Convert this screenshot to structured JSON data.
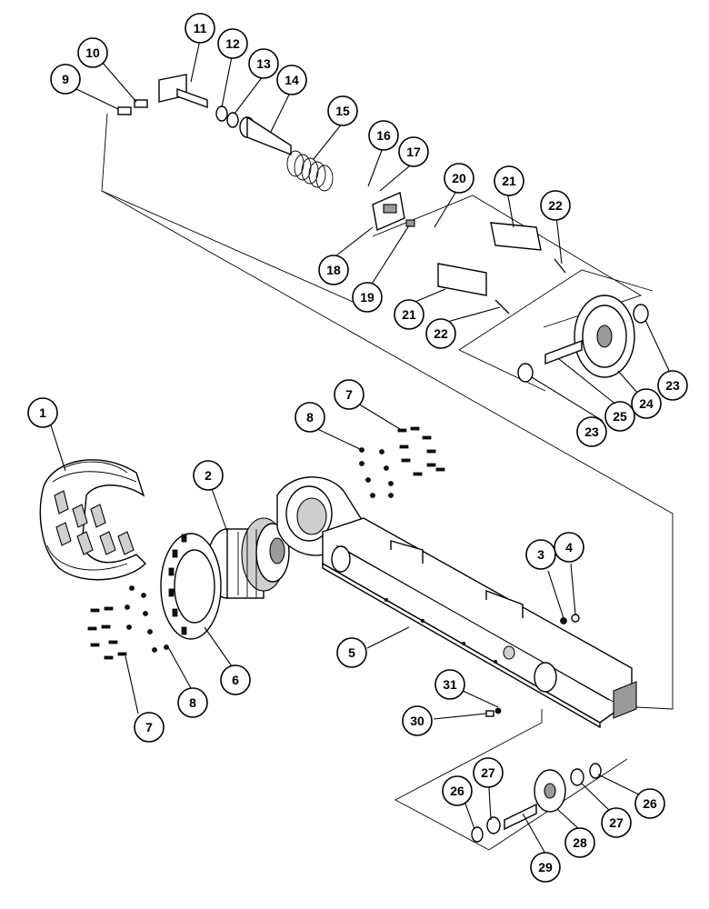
{
  "diagram": {
    "type": "exploded-parts-diagram",
    "callouts": [
      {
        "id": "c1",
        "label": "1"
      },
      {
        "id": "c2",
        "label": "2"
      },
      {
        "id": "c3",
        "label": "3"
      },
      {
        "id": "c4",
        "label": "4"
      },
      {
        "id": "c5",
        "label": "5"
      },
      {
        "id": "c6",
        "label": "6"
      },
      {
        "id": "c7a",
        "label": "7"
      },
      {
        "id": "c7b",
        "label": "7"
      },
      {
        "id": "c8a",
        "label": "8"
      },
      {
        "id": "c8b",
        "label": "8"
      },
      {
        "id": "c9",
        "label": "9"
      },
      {
        "id": "c10",
        "label": "10"
      },
      {
        "id": "c11",
        "label": "11"
      },
      {
        "id": "c12",
        "label": "12"
      },
      {
        "id": "c13",
        "label": "13"
      },
      {
        "id": "c14",
        "label": "14"
      },
      {
        "id": "c15",
        "label": "15"
      },
      {
        "id": "c16",
        "label": "16"
      },
      {
        "id": "c17",
        "label": "17"
      },
      {
        "id": "c18",
        "label": "18"
      },
      {
        "id": "c19",
        "label": "19"
      },
      {
        "id": "c20",
        "label": "20"
      },
      {
        "id": "c21a",
        "label": "21"
      },
      {
        "id": "c21b",
        "label": "21"
      },
      {
        "id": "c22a",
        "label": "22"
      },
      {
        "id": "c22b",
        "label": "22"
      },
      {
        "id": "c23a",
        "label": "23"
      },
      {
        "id": "c23b",
        "label": "23"
      },
      {
        "id": "c24",
        "label": "24"
      },
      {
        "id": "c25",
        "label": "25"
      },
      {
        "id": "c26a",
        "label": "26"
      },
      {
        "id": "c26b",
        "label": "26"
      },
      {
        "id": "c27a",
        "label": "27"
      },
      {
        "id": "c27b",
        "label": "27"
      },
      {
        "id": "c28",
        "label": "28"
      },
      {
        "id": "c29",
        "label": "29"
      },
      {
        "id": "c30",
        "label": "30"
      },
      {
        "id": "c31",
        "label": "31"
      }
    ]
  }
}
